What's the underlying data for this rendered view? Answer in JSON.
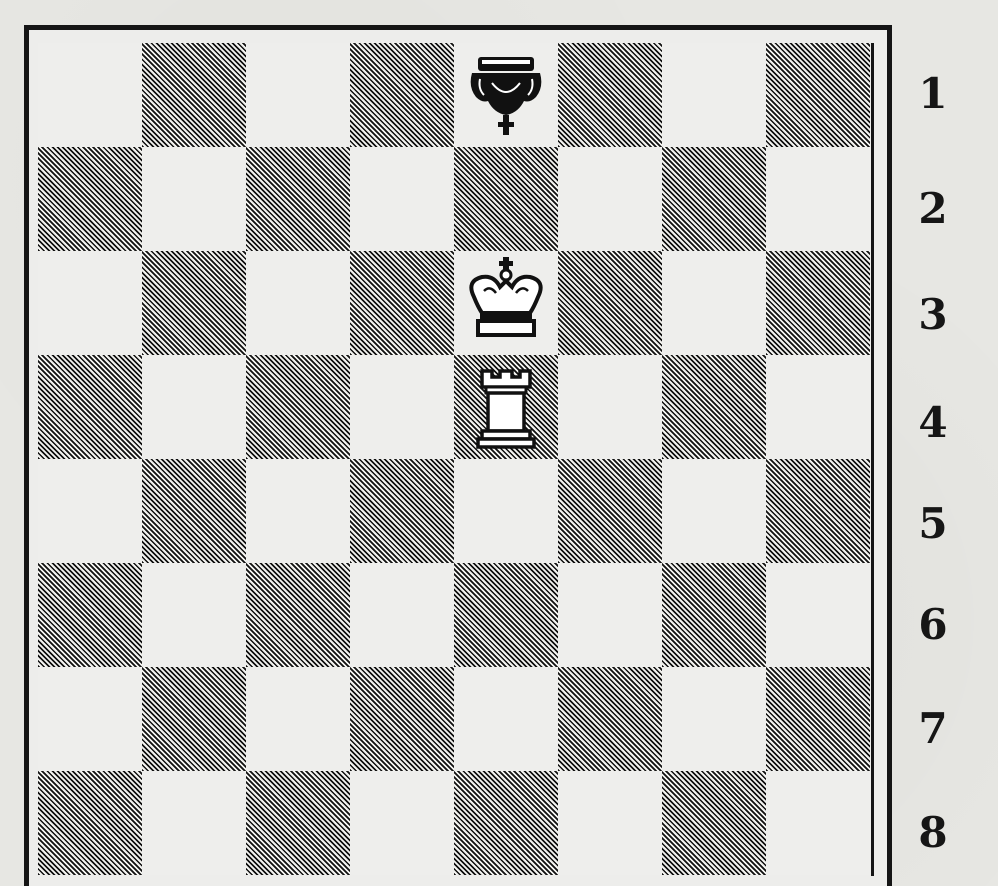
{
  "board": {
    "rank_labels": [
      "1",
      "2",
      "3",
      "4",
      "5",
      "6",
      "7",
      "8"
    ],
    "files": 8,
    "ranks": 8,
    "pieces": [
      {
        "piece": "king",
        "color": "black",
        "file": 5,
        "rank": 1,
        "icon": "black-king-icon"
      },
      {
        "piece": "king",
        "color": "white",
        "file": 5,
        "rank": 3,
        "icon": "white-king-icon"
      },
      {
        "piece": "rook",
        "color": "white",
        "file": 5,
        "rank": 4,
        "icon": "white-rook-icon"
      }
    ]
  },
  "colors": {
    "ink": "#111111",
    "paper": "#e7e7e3"
  }
}
